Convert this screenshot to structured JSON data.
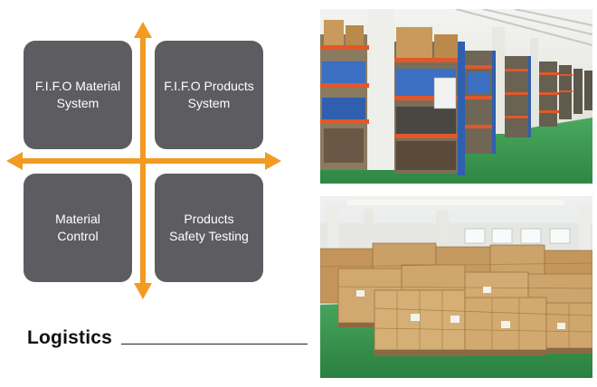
{
  "quadrants": [
    {
      "label": "F.I.F.O Material\nSystem"
    },
    {
      "label": "F.I.F.O Products\nSystem"
    },
    {
      "label": "Material\nControl"
    },
    {
      "label": "Products\nSafety Testing"
    }
  ],
  "title": "Logistics",
  "colors": {
    "accent": "#f39a23",
    "box": "#5d5d61",
    "floor": "#3e9a54",
    "rack_orange": "#e0582a",
    "rack_blue": "#2f5fae",
    "carton": "#c99a5c"
  }
}
